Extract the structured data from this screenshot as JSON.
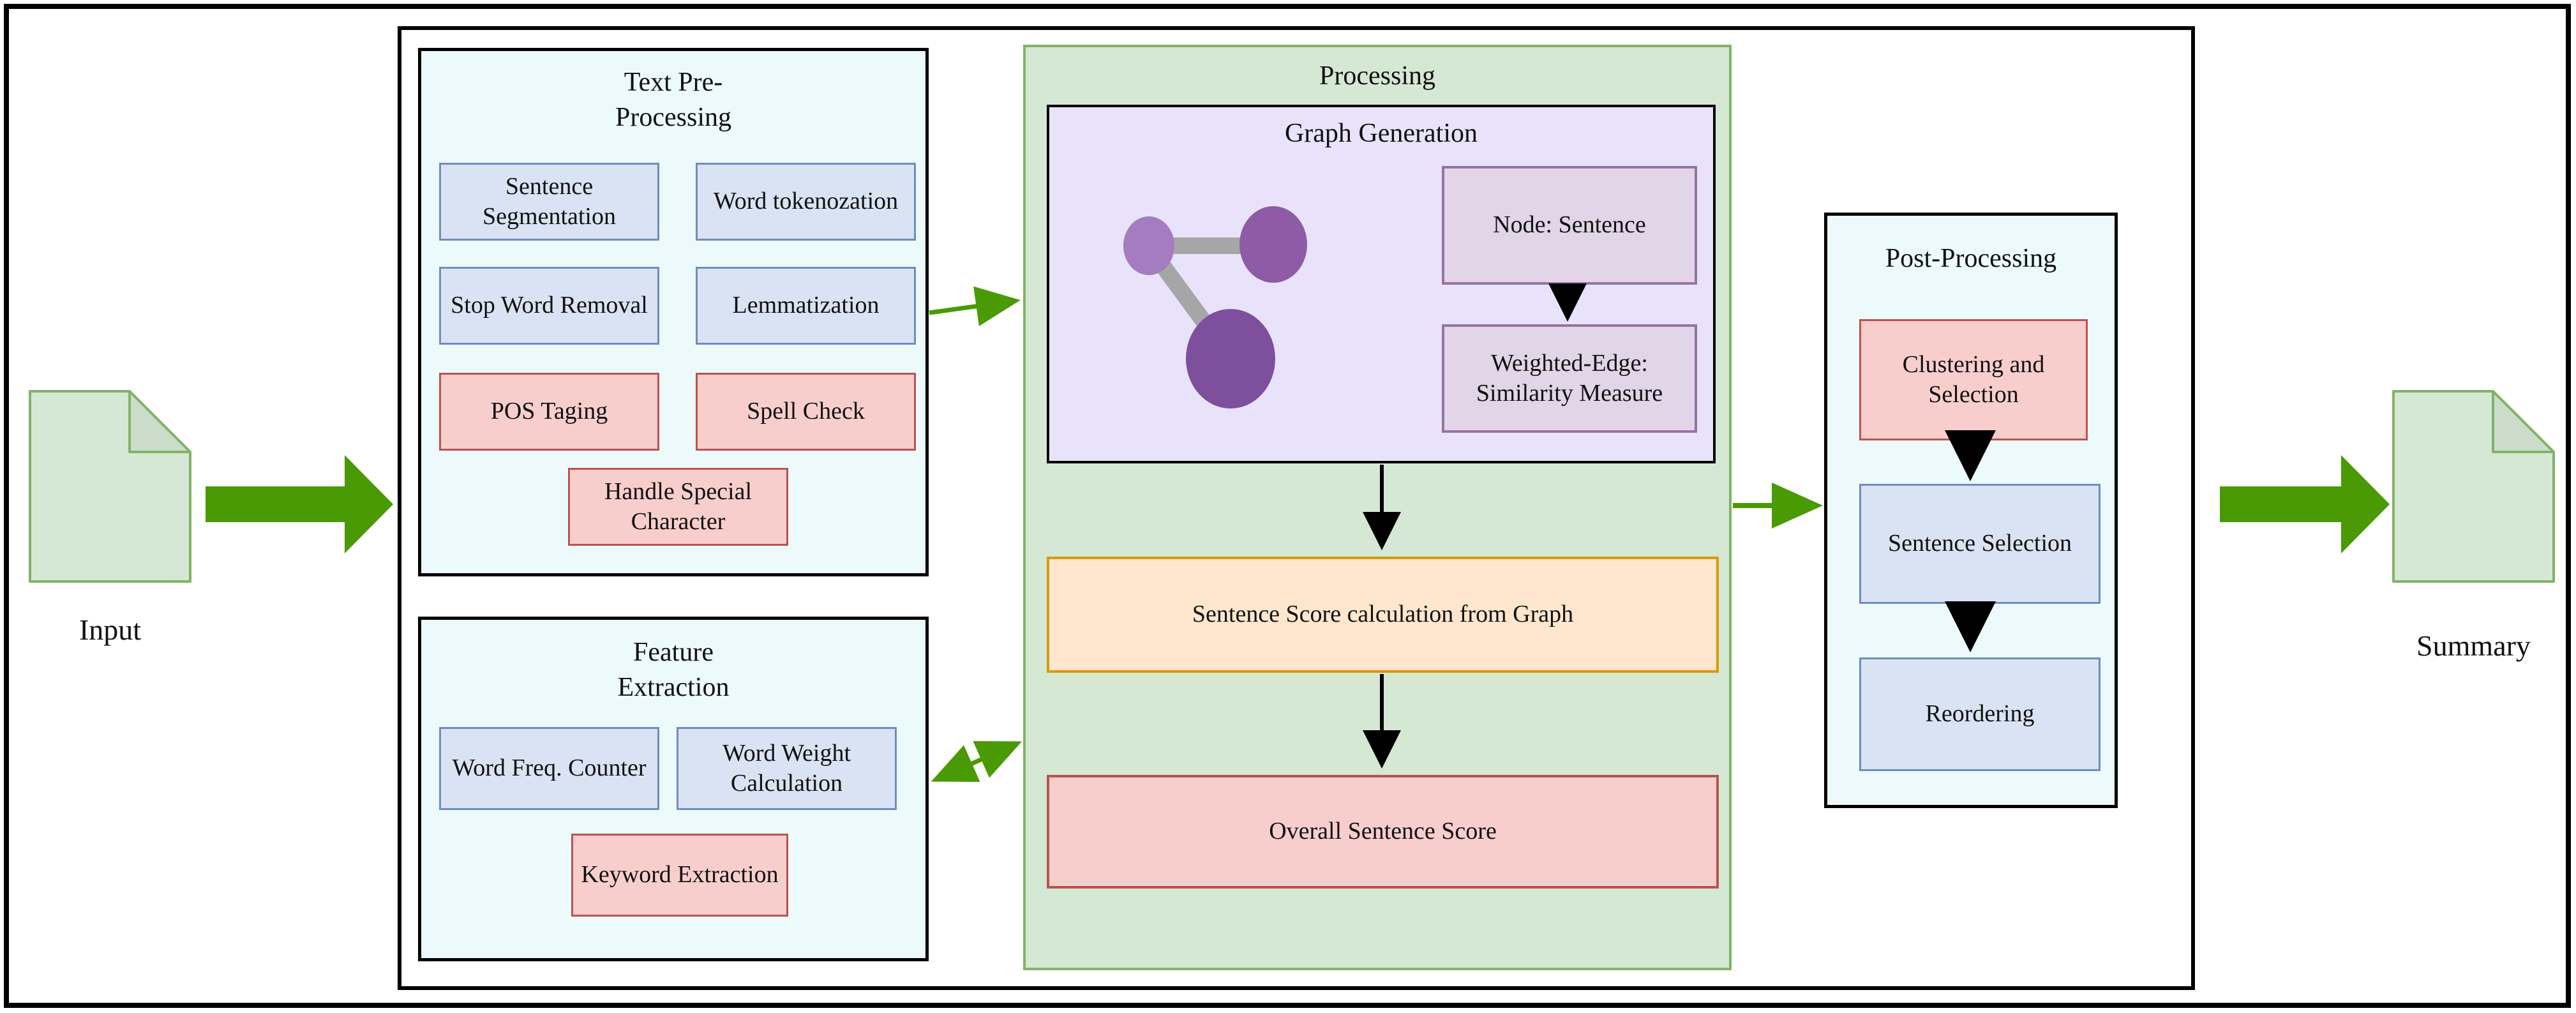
{
  "colors": {
    "outer_border": "#000000",
    "container_fill": "#ecfafc",
    "blue_fill": "#dae3f3",
    "blue_border": "#6c8ebf",
    "red_fill": "#f8cecc",
    "red_border": "#b85450",
    "green_fill": "#d5e8d4",
    "green_border": "#82b366",
    "lavender_fill": "#e8e3fa",
    "purple_fill": "#e1d5e7",
    "purple_border": "#9673a6",
    "orange_fill": "#ffe6cc",
    "orange_border": "#d79b00",
    "arrow_green": "#4a9a05",
    "graph_node_light": "#a57cbf",
    "graph_node_mid": "#8e5ba6",
    "graph_node_dark": "#7e4f9d",
    "graph_edge_gray": "#a6a6a6"
  },
  "icons": {
    "input_document": "document-icon",
    "summary_document": "document-icon",
    "graph": "graph-nodes-icon",
    "big_arrows": "arrow-right-icon",
    "flow_arrows": "green-arrow-icon"
  },
  "input": {
    "label": "Input"
  },
  "summary": {
    "label": "Summary"
  },
  "pre_processing": {
    "title": "Text Pre-\nProcessing",
    "items": [
      {
        "label": "Sentence Segmentation",
        "color": "blue"
      },
      {
        "label": "Word tokenozation",
        "color": "blue"
      },
      {
        "label": "Stop Word Removal",
        "color": "blue"
      },
      {
        "label": "Lemmatization",
        "color": "blue"
      },
      {
        "label": "POS Taging",
        "color": "red"
      },
      {
        "label": "Spell Check",
        "color": "red"
      },
      {
        "label": "Handle Special Character",
        "color": "red"
      }
    ]
  },
  "feature_extraction": {
    "title": "Feature\nExtraction",
    "items": [
      {
        "label": "Word Freq. Counter",
        "color": "blue"
      },
      {
        "label": "Word Weight Calculation",
        "color": "blue"
      },
      {
        "label": "Keyword Extraction",
        "color": "red"
      }
    ]
  },
  "processing": {
    "title": "Processing",
    "graph_generation": {
      "title": "Graph Generation",
      "node_label": "Node: Sentence",
      "edge_label": "Weighted-Edge:\nSimilarity Measure"
    },
    "sentence_score_label": "Sentence Score calculation from Graph",
    "overall_score_label": "Overall Sentence Score"
  },
  "post_processing": {
    "title": "Post-Processing",
    "steps": [
      {
        "label": "Clustering and Selection",
        "color": "red"
      },
      {
        "label": "Sentence Selection",
        "color": "blue"
      },
      {
        "label": "Reordering",
        "color": "blue"
      }
    ]
  }
}
